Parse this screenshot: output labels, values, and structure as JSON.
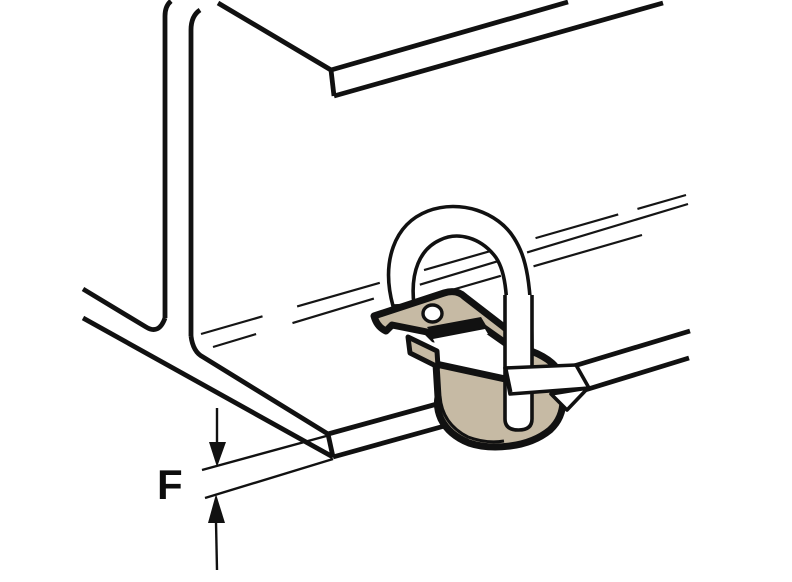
{
  "diagram": {
    "type": "technical-illustration",
    "subject": "I-beam bottom flange with snap-on beam clamp and looped cable tie",
    "dimension_label": "F"
  },
  "colors": {
    "line": "#111111",
    "clamp_fill": "#c6baa4",
    "strap_fill": "#ffffff",
    "background": "#ffffff"
  },
  "parts": [
    "i-beam-top-flange",
    "i-beam-web",
    "i-beam-bottom-flange",
    "beam-clamp",
    "clamp-mounting-hole",
    "cable-tie-loop",
    "cable-tie-tail",
    "flange-thickness-dimension"
  ]
}
